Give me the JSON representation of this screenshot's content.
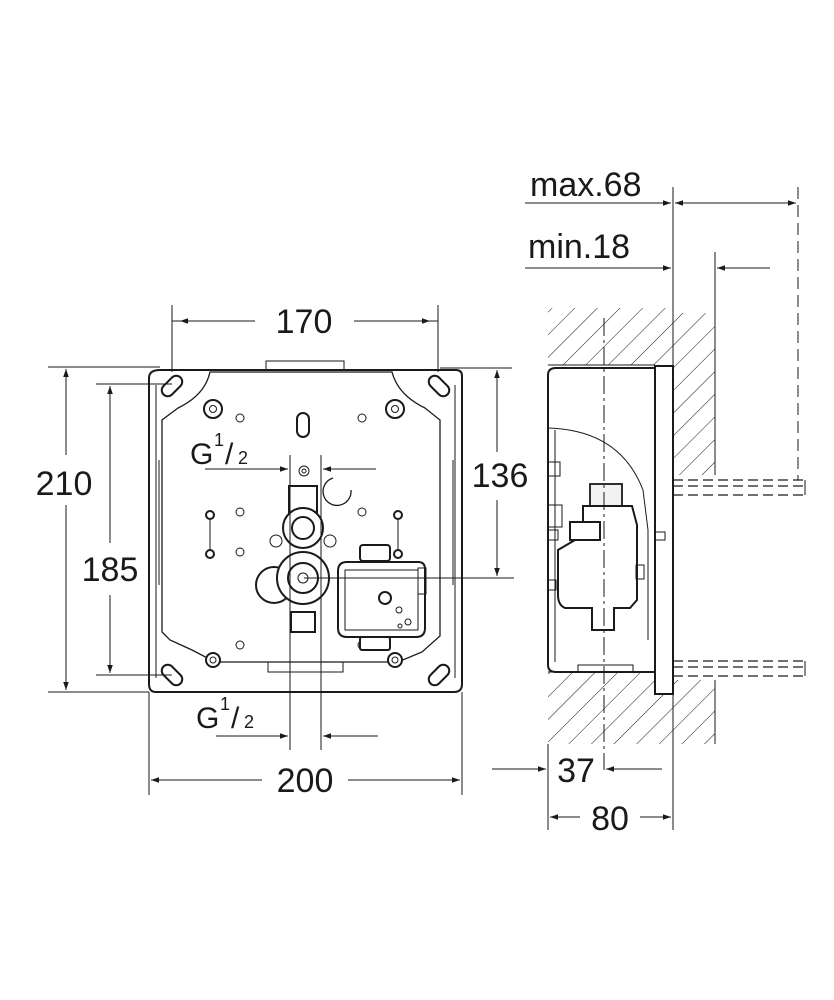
{
  "front_view": {
    "dim_width_top": "170",
    "dim_width_bottom": "200",
    "dim_height_outer": "210",
    "dim_height_inner": "185",
    "dim_height_right": "136",
    "thread_top": {
      "base": "G",
      "num": "1",
      "den": "2"
    },
    "thread_bottom": {
      "base": "G",
      "num": "1",
      "den": "2"
    }
  },
  "side_view": {
    "dim_max": "max.68",
    "dim_min": "min.18",
    "dim_offset": "37",
    "dim_depth": "80"
  },
  "colors": {
    "line": "#1a1a1a",
    "background": "#ffffff",
    "fill": "#f2f2f2"
  }
}
